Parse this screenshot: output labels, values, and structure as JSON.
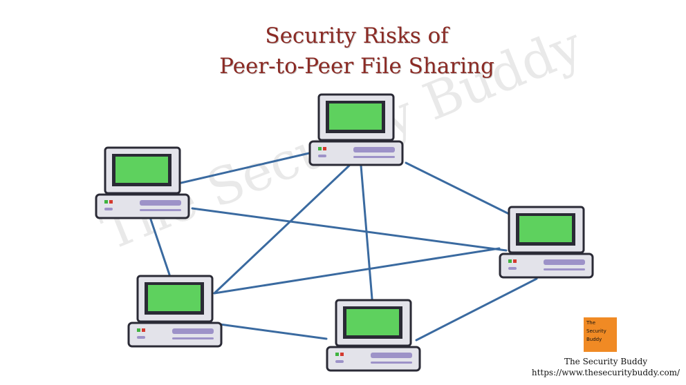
{
  "title": {
    "line1": "Security Risks of",
    "line2": "Peer-to-Peer File Sharing"
  },
  "watermark": "The Security Buddy",
  "colors": {
    "title": "#8b2a24",
    "link": "#3a6aa0",
    "case_fill": "#e3e3ea",
    "case_stroke": "#2a2a35",
    "screen": "#5ed15e",
    "slot": "#9d92c8",
    "led_green": "#3fb33f",
    "led_red": "#d43a2f",
    "logo_bg": "#f08a24"
  },
  "nodes": [
    {
      "id": "pc-top"
    },
    {
      "id": "pc-left"
    },
    {
      "id": "pc-right"
    },
    {
      "id": "pc-bottom-left"
    },
    {
      "id": "pc-bottom-center"
    }
  ],
  "links": [
    [
      "pc-top",
      "pc-left"
    ],
    [
      "pc-top",
      "pc-bottom-left"
    ],
    [
      "pc-top",
      "pc-bottom-center"
    ],
    [
      "pc-top",
      "pc-right"
    ],
    [
      "pc-left",
      "pc-right"
    ],
    [
      "pc-left",
      "pc-bottom-left"
    ],
    [
      "pc-bottom-left",
      "pc-right"
    ],
    [
      "pc-bottom-left",
      "pc-bottom-center"
    ],
    [
      "pc-bottom-center",
      "pc-right"
    ]
  ],
  "brand": {
    "logo_line1": "The",
    "logo_line2": "Security",
    "logo_line3": "Buddy",
    "name": "The Security Buddy",
    "url": "https://www.thesecuritybuddy.com/"
  }
}
